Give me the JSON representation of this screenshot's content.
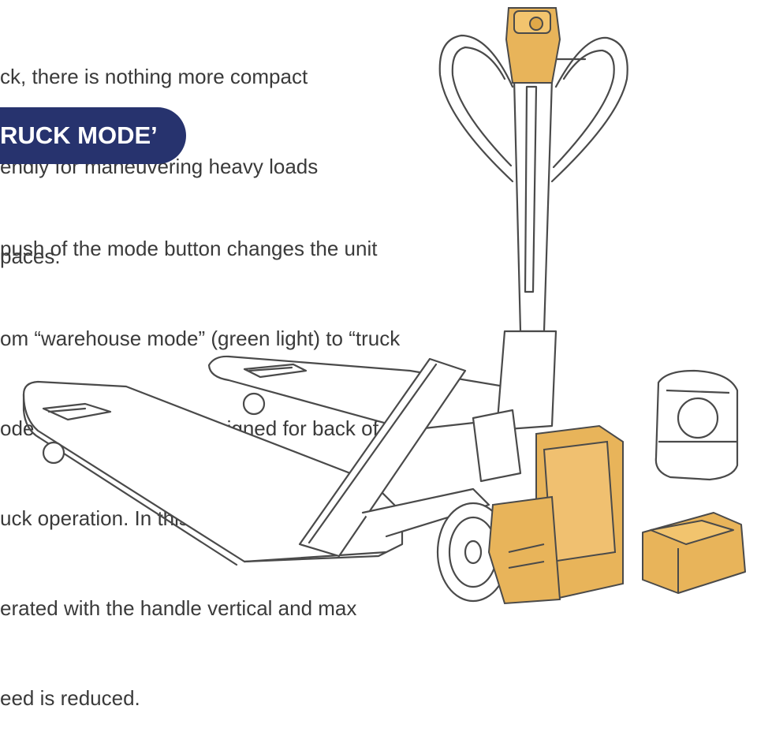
{
  "intro": {
    "lines": [
      "ck, there is nothing more compact",
      "endly for maneuvering heavy loads",
      "paces."
    ]
  },
  "mode_heading": {
    "label": "RUCK MODE’",
    "pill_color": "#27336e"
  },
  "mode_description": {
    "lines": [
      "push of the mode button changes the unit",
      "om “warehouse mode” (green light) to “truck",
      "ode” (orange light)… designed for back of",
      "uck operation. In this mode the unit can be",
      "erated with the handle vertical and max",
      "eed is reduced."
    ]
  },
  "colors": {
    "text": "#3a3a3a",
    "accent_orange": "#e8b45a",
    "line_art": "#4a4a4a"
  },
  "icons": [
    "pallet-truck-illustration",
    "battery-pack-illustration",
    "battery-charger-illustration"
  ]
}
